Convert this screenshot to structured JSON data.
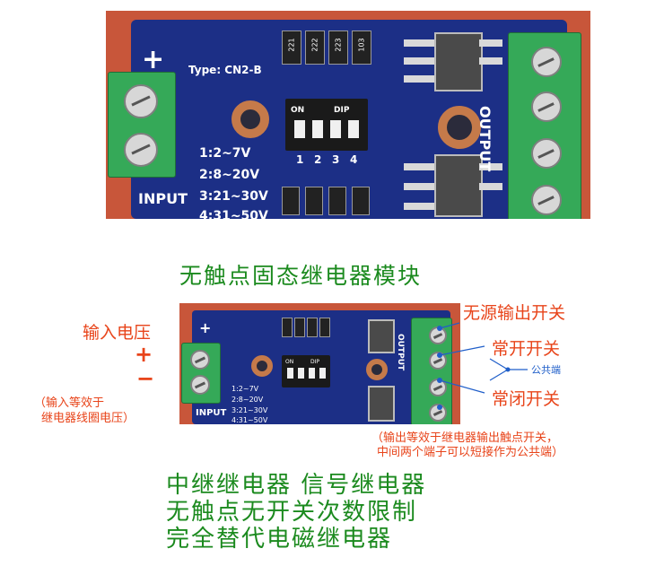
{
  "module_title": "无触点固态继电器模块",
  "board": {
    "plus_label": "+",
    "type_label": "Type: CN2-B",
    "input_label": "INPUT",
    "output_label": "OUTPUT",
    "dip_on": "ON",
    "dip_label": "DIP",
    "dip_numbers": [
      "1",
      "2",
      "3",
      "4"
    ],
    "ranges": [
      "1:2~7V",
      "2:8~20V",
      "3:21~30V",
      "4:31~50V"
    ],
    "resistor_codes": [
      "221",
      "222",
      "223",
      "103"
    ]
  },
  "annotations": {
    "input_voltage": "输入电压",
    "plus": "+",
    "minus": "−",
    "input_note_line1": "（输入等效于",
    "input_note_line2": "继电器线圈电压）",
    "passive_switch": "无源输出开关",
    "normally_open": "常开开关",
    "common": "公共端",
    "normally_closed": "常闭开关",
    "output_note_line1": "（输出等效于继电器输出触点开关，",
    "output_note_line2": "中间两个端子可以短接作为公共端）"
  },
  "features": [
    "中继继电器   信号继电器",
    "无触点无开关次数限制",
    "完全替代电磁继电器"
  ],
  "colors": {
    "pcb": "#1c2f86",
    "terminal": "#35a958",
    "annotation": "#e8441a",
    "feature_text": "#1b8a1e",
    "pointer": "#1f5ec9"
  }
}
